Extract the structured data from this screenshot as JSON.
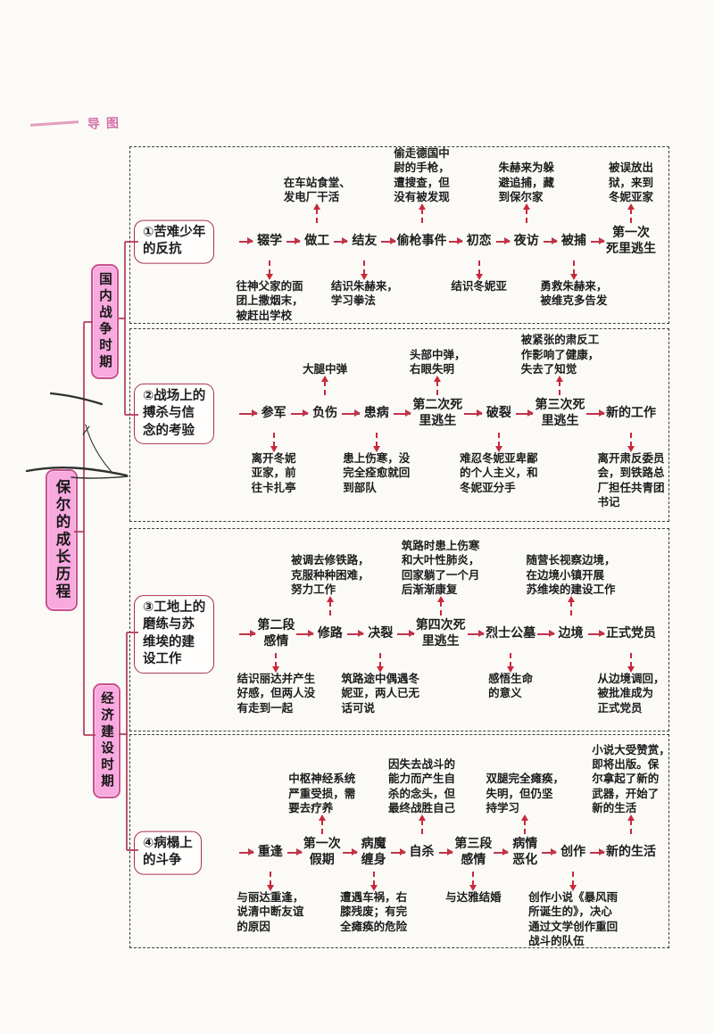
{
  "page": {
    "header_fragment": "导图"
  },
  "root": {
    "label": "保尔的成长历程"
  },
  "branches": [
    {
      "label": "国内战争时期"
    },
    {
      "label": "经济建设时期"
    }
  ],
  "colors": {
    "arrow_red": "#c03448",
    "box_crimson": "#a63351",
    "label_pink_fill": "#f8a9de",
    "label_pink_border": "#c8538f"
  },
  "sections": [
    {
      "title": "①苦难少年\n的反抗",
      "nodes": [
        {
          "label": "辍学",
          "note": "往神父家的面\n团上撒烟末，\n被赶出学校",
          "note_pos": "below"
        },
        {
          "label": "做工",
          "note": "在车站食堂、\n发电厂干活",
          "note_pos": "above"
        },
        {
          "label": "结友",
          "note": "结识朱赫来，\n学习拳法",
          "note_pos": "below"
        },
        {
          "label": "偷枪事件",
          "note": "偷走德国中\n尉的手枪，\n遭搜查，但\n没有被发现",
          "note_pos": "above"
        },
        {
          "label": "初恋",
          "note": "结识冬妮亚",
          "note_pos": "below"
        },
        {
          "label": "夜访",
          "note": "朱赫来为躲\n避追捕，藏\n到保尔家",
          "note_pos": "above"
        },
        {
          "label": "被捕",
          "note": "勇救朱赫来，\n被维克多告发",
          "note_pos": "below"
        },
        {
          "label": "第一次\n死里逃生",
          "note": "被误放出\n狱，来到\n冬妮亚家",
          "note_pos": "above"
        }
      ]
    },
    {
      "title": "②战场上的\n搏杀与信\n念的考验",
      "nodes": [
        {
          "label": "参军",
          "note": "离开冬妮\n亚家，前\n往卡扎亭",
          "note_pos": "below"
        },
        {
          "label": "负伤",
          "note": "大腿中弹",
          "note_pos": "above"
        },
        {
          "label": "患病",
          "note": "患上伤寒，没\n完全痊愈就回\n到部队",
          "note_pos": "below"
        },
        {
          "label": "第二次死\n里逃生",
          "note": "头部中弹，\n右眼失明",
          "note_pos": "above"
        },
        {
          "label": "破裂",
          "note": "难忍冬妮亚卑鄙\n的个人主义，和\n冬妮亚分手",
          "note_pos": "below"
        },
        {
          "label": "第三次死\n里逃生",
          "note": "被紧张的肃反工\n作影响了健康，\n失去了知觉",
          "note_pos": "above"
        },
        {
          "label": "新的工作",
          "note": "离开肃反委员\n会，到铁路总\n厂担任共青团\n书记",
          "note_pos": "below"
        }
      ]
    },
    {
      "title": "③工地上的\n磨练与苏\n维埃的建\n设工作",
      "nodes": [
        {
          "label": "第二段\n感情",
          "note": "结识丽达并产生\n好感，但两人没\n有走到一起",
          "note_pos": "below"
        },
        {
          "label": "修路",
          "note": "被调去修铁路，\n克服种种困难，\n努力工作",
          "note_pos": "above"
        },
        {
          "label": "决裂",
          "note": "筑路途中偶遇冬\n妮亚，两人已无\n话可说",
          "note_pos": "below"
        },
        {
          "label": "第四次死\n里逃生",
          "note": "筑路时患上伤寒\n和大叶性肺炎，\n回家躺了一个月\n后渐渐康复",
          "note_pos": "above"
        },
        {
          "label": "烈士公墓",
          "note": "感悟生命\n的意义",
          "note_pos": "below"
        },
        {
          "label": "边境",
          "note": "随营长视察边境，\n在边境小镇开展\n苏维埃的建设工作",
          "note_pos": "above"
        },
        {
          "label": "正式党员",
          "note": "从边境调回，\n被批准成为\n正式党员",
          "note_pos": "below"
        }
      ]
    },
    {
      "title": "④病榻上\n的斗争",
      "nodes": [
        {
          "label": "重逢",
          "note": "与丽达重逢，\n说清中断友谊\n的原因",
          "note_pos": "below"
        },
        {
          "label": "第一次\n假期",
          "note": "中枢神经系统\n严重受损，需\n要去疗养",
          "note_pos": "above"
        },
        {
          "label": "病魔\n缠身",
          "note": "遭遇车祸，右\n膝残废；有完\n全瘫痪的危险",
          "note_pos": "below"
        },
        {
          "label": "自杀",
          "note": "因失去战斗的\n能力而产生自\n杀的念头，但\n最终战胜自己",
          "note_pos": "above"
        },
        {
          "label": "第三段\n感情",
          "note": "与达雅结婚",
          "note_pos": "below"
        },
        {
          "label": "病情\n恶化",
          "note": "双腿完全瘫痪，\n失明，但仍坚\n持学习",
          "note_pos": "above"
        },
        {
          "label": "创作",
          "note": "创作小说《暴风雨\n所诞生的》，决心\n通过文学创作重回\n战斗的队伍",
          "note_pos": "below"
        },
        {
          "label": "新的生活",
          "note": "小说大受赞赏，\n即将出版。保\n尔拿起了新的\n武器，开始了\n新的生活",
          "note_pos": "above"
        }
      ]
    }
  ]
}
